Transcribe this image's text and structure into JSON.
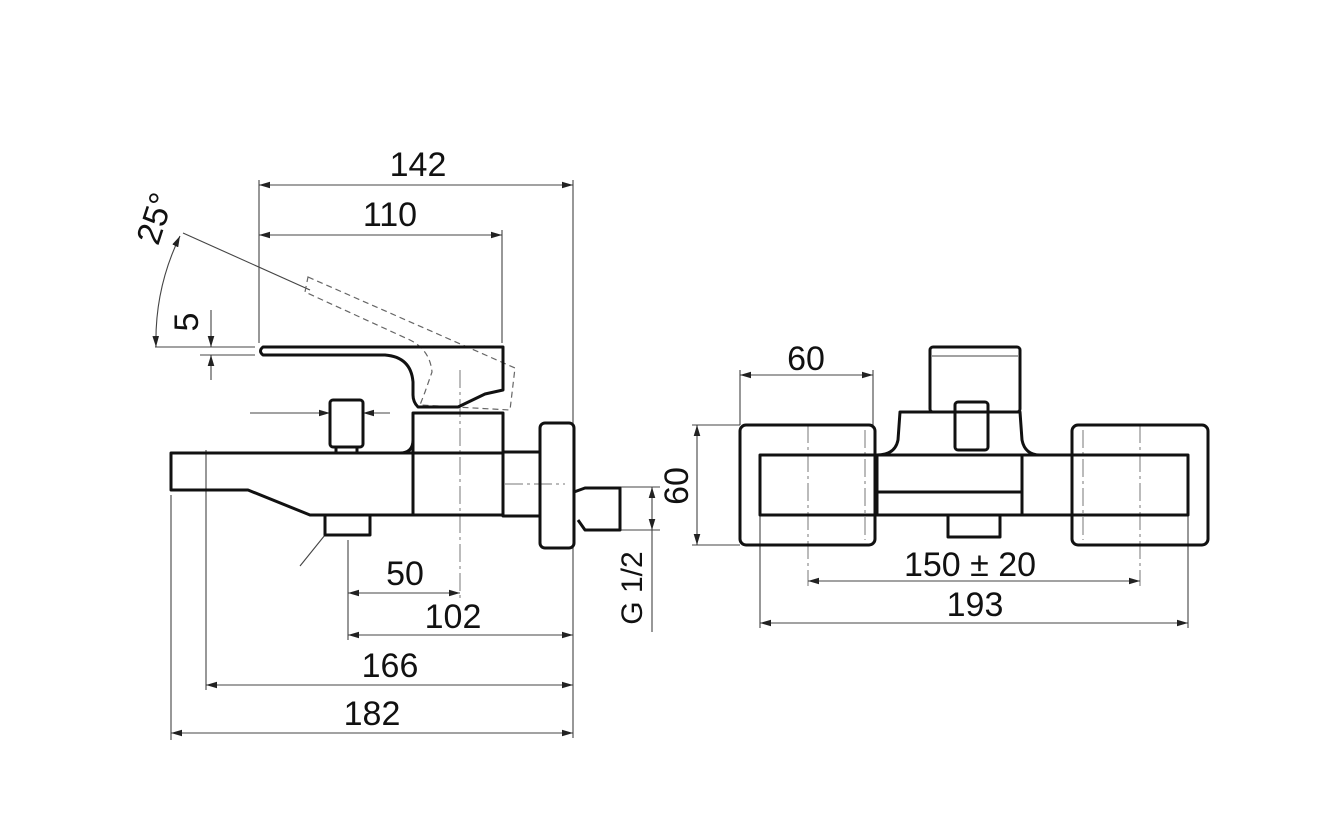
{
  "side_view": {
    "dim_overall_top": "142",
    "dim_lever": "110",
    "angle": "25°",
    "dim_lever_gap": "5",
    "dim_diverter": "50",
    "dim_body": "102",
    "dim_spout_center": "166",
    "dim_overall": "182",
    "thread": "G 1/2"
  },
  "front_view": {
    "dim_flange_width": "60",
    "dim_flange_height": "60",
    "dim_centers": "150 ± 20",
    "dim_overall": "193"
  }
}
